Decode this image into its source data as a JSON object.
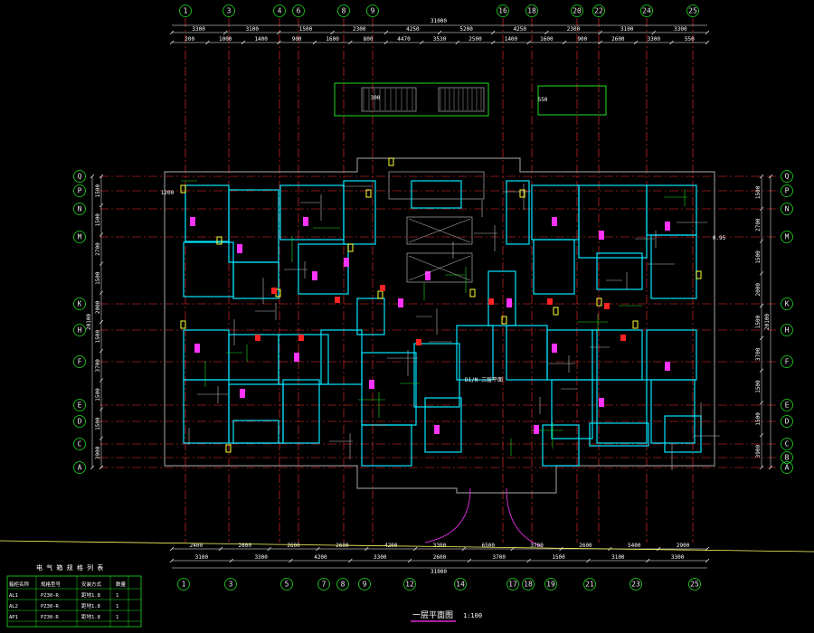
{
  "colors": {
    "background": "#000000",
    "axis_line": "#ff3030",
    "dimension": "#ffffff",
    "wall_cyan": "#00e5ff",
    "wall_green": "#22dd22",
    "magenta": "#ff33ff",
    "yellow": "#ffff33",
    "red_fill": "#ff2222",
    "grey": "#8a8a8a",
    "blue": "#3366ff"
  },
  "axis_top_labels": [
    "1",
    "3",
    "4",
    "6",
    "8",
    "9",
    "16",
    "18",
    "20",
    "22",
    "24",
    "25"
  ],
  "axis_bottom_labels": [
    "1",
    "3",
    "5",
    "7",
    "8",
    "9",
    "12",
    "14",
    "17",
    "18",
    "19",
    "21",
    "23",
    "25"
  ],
  "axis_left_labels": [
    "Q",
    "P",
    "N",
    "M",
    "K",
    "H",
    "F",
    "E",
    "D",
    "C",
    "A"
  ],
  "axis_right_labels": [
    "Q",
    "P",
    "N",
    "M",
    "K",
    "H",
    "F",
    "E",
    "D",
    "C",
    "B",
    "A"
  ],
  "top_dim_total": "31000",
  "top_dim_segments": [
    "3300",
    "3100",
    "1500",
    "2300",
    "4250",
    "5200",
    "4250",
    "2300",
    "3100",
    "3300"
  ],
  "top_dim_fine": [
    "200",
    "1000",
    "1400",
    "900",
    "1600",
    "800",
    "4470",
    "3530",
    "2500",
    "1400",
    "1600",
    "900",
    "2600",
    "3300",
    "550"
  ],
  "bottom_dim_total": "31000",
  "bottom_dim_segments": [
    "3100",
    "3300",
    "4200",
    "3300",
    "2600",
    "3700",
    "1500",
    "3100",
    "3300"
  ],
  "bottom_dim_fine": [
    "2400",
    "2600",
    "2600",
    "2600",
    "4200",
    "3300",
    "6500",
    "3700",
    "2600",
    "5400",
    "2900"
  ],
  "left_dim_segments": [
    "1500",
    "1500",
    "2700",
    "1500",
    "2000",
    "1500",
    "3700",
    "1500",
    "1500",
    "3900"
  ],
  "left_dim_total": "20100",
  "right_dim_segments": [
    "1500",
    "2700",
    "1500",
    "2000",
    "1500",
    "3700",
    "1500",
    "1500",
    "3900"
  ],
  "right_dim_total": "20100",
  "title": "一层平面图",
  "scale": "1:100",
  "table_title": "电 气 箱 规 格 列 表",
  "table_headers": [
    "箱柜名称",
    "规格型号",
    "安装方式",
    "数量"
  ],
  "table_rows": [
    [
      "AL1",
      "PZ30-R",
      "距地1.8",
      "1"
    ],
    [
      "AL2",
      "PZ30-R",
      "距地1.8",
      "1"
    ],
    [
      "AP1",
      "PZ30-R",
      "距地1.8",
      "1"
    ]
  ],
  "annotations": [
    "D1/N-三层平面",
    "300",
    "550",
    "1200",
    "0.95"
  ]
}
